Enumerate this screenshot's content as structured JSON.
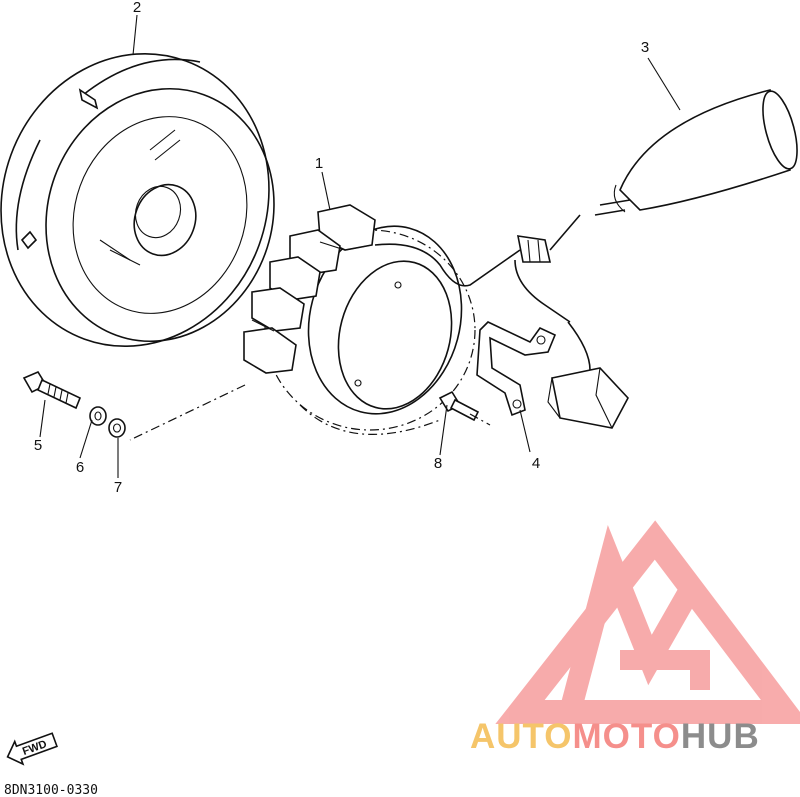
{
  "diagram": {
    "callouts": [
      "1",
      "2",
      "3",
      "4",
      "5",
      "6",
      "7",
      "8"
    ],
    "part_code": "8DN3100-0330",
    "direction_label": "FWD"
  },
  "watermark": {
    "word_parts": [
      "AUTO",
      "MOTO",
      "HUB"
    ],
    "colors": {
      "auto": "#f5c56a",
      "moto": "#f58f8b",
      "hub": "#8c8c8c",
      "logo": "#f7a3a3"
    }
  },
  "parts": {
    "1": "stator-assembly",
    "2": "flywheel-rotor",
    "3": "pickup-coil-lead-sleeve",
    "4": "lead-clamp-bracket",
    "5": "bolt",
    "6": "lock-washer",
    "7": "washer",
    "8": "screw"
  }
}
